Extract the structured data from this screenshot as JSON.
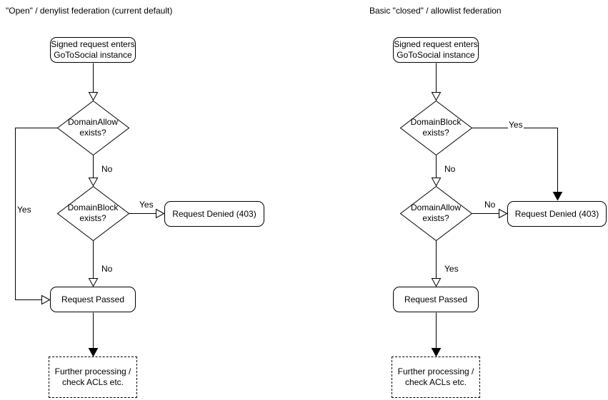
{
  "colors": {
    "stroke": "#000000",
    "text": "#000000",
    "background": "#ffffff"
  },
  "left": {
    "title": "\"Open\" / denylist federation (current default)",
    "start": {
      "line1": "Signed request enters",
      "line2": "GoToSocial instance"
    },
    "decision1": {
      "line1": "DomainAllow",
      "line2": "exists?",
      "no_label": "No",
      "yes_label": "Yes"
    },
    "decision2": {
      "line1": "DomainBlock",
      "line2": "exists?",
      "yes_label": "Yes",
      "no_label": "No"
    },
    "denied": "Request Denied (403)",
    "passed": "Request Passed",
    "further": {
      "line1": "Further processing /",
      "line2": "check ACLs etc."
    }
  },
  "right": {
    "title": "Basic \"closed\" / allowlist federation",
    "start": {
      "line1": "Signed request enters",
      "line2": "GoToSocial instance"
    },
    "decision1": {
      "line1": "DomainBlock",
      "line2": "exists?",
      "yes_label": "Yes",
      "no_label": "No"
    },
    "decision2": {
      "line1": "DomainAllow",
      "line2": "exists?",
      "no_label": "No",
      "yes_label": "Yes"
    },
    "denied": "Request Denied (403)",
    "passed": "Request Passed",
    "further": {
      "line1": "Further processing /",
      "line2": "check ACLs etc."
    }
  }
}
